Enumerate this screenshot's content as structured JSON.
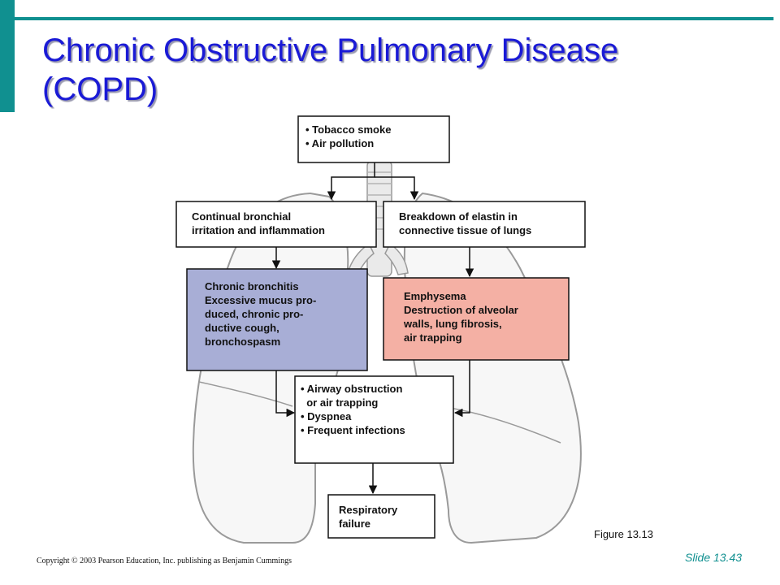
{
  "slide": {
    "title_line1": "Chronic Obstructive Pulmonary Disease",
    "title_line2": "(COPD)",
    "figure_label": "Figure 13.13",
    "slide_number": "Slide 13.43",
    "copyright": "Copyright © 2003 Pearson Education, Inc. publishing as Benjamin Cummings"
  },
  "colors": {
    "accent": "#109090",
    "title": "#1a1ad6",
    "bronchitis_fill": "#a8aed6",
    "emphysema_fill": "#f4b0a4",
    "lung_outline": "#9a9a9a"
  },
  "diagram": {
    "causes": [
      "• Tobacco smoke",
      "• Air pollution"
    ],
    "irritation": [
      "Continual bronchial",
      "irritation and inflammation"
    ],
    "elastin": [
      "Breakdown of elastin in",
      "connective tissue of lungs"
    ],
    "bronchitis": {
      "title": "Chronic bronchitis",
      "lines": [
        "Excessive mucus pro-",
        "duced, chronic pro-",
        "ductive cough,",
        "bronchospasm"
      ]
    },
    "emphysema": {
      "title": "Emphysema",
      "lines": [
        "Destruction of alveolar",
        "walls, lung fibrosis,",
        "air trapping"
      ]
    },
    "symptoms": [
      "• Airway obstruction",
      "  or air trapping",
      "• Dyspnea",
      "• Frequent infections"
    ],
    "outcome": [
      "Respiratory",
      "failure"
    ]
  }
}
